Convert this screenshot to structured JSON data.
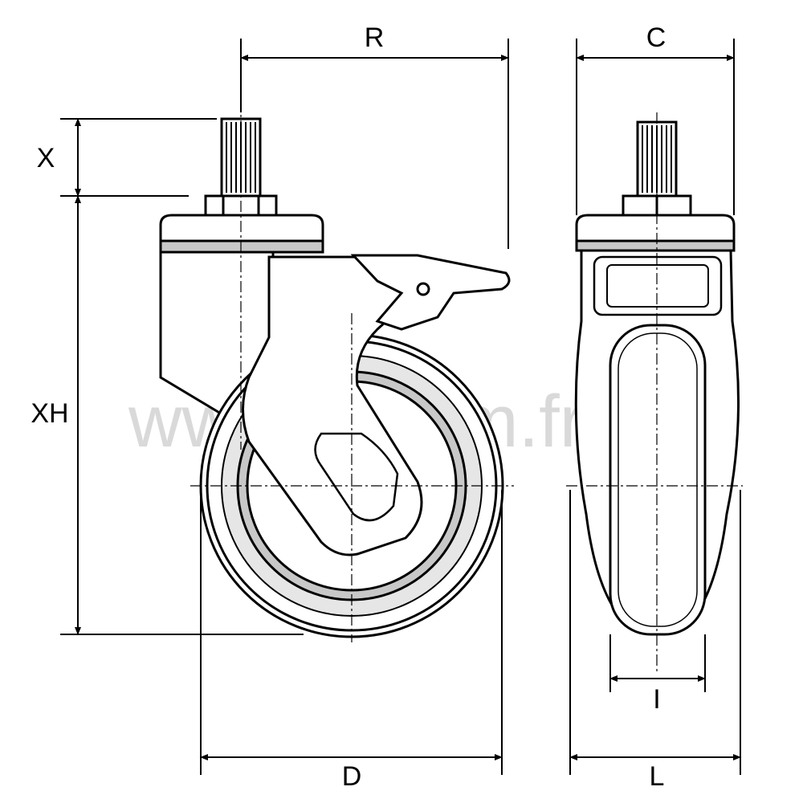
{
  "dimensions": {
    "R": "R",
    "C": "C",
    "X": "X",
    "XH": "XH",
    "D": "D",
    "I": "I",
    "L": "L"
  },
  "watermark": "www.ora-tm.fr",
  "colors": {
    "line": "#000000",
    "fill_grey": "#c8c8c8",
    "watermark": "#d9d9d9"
  }
}
